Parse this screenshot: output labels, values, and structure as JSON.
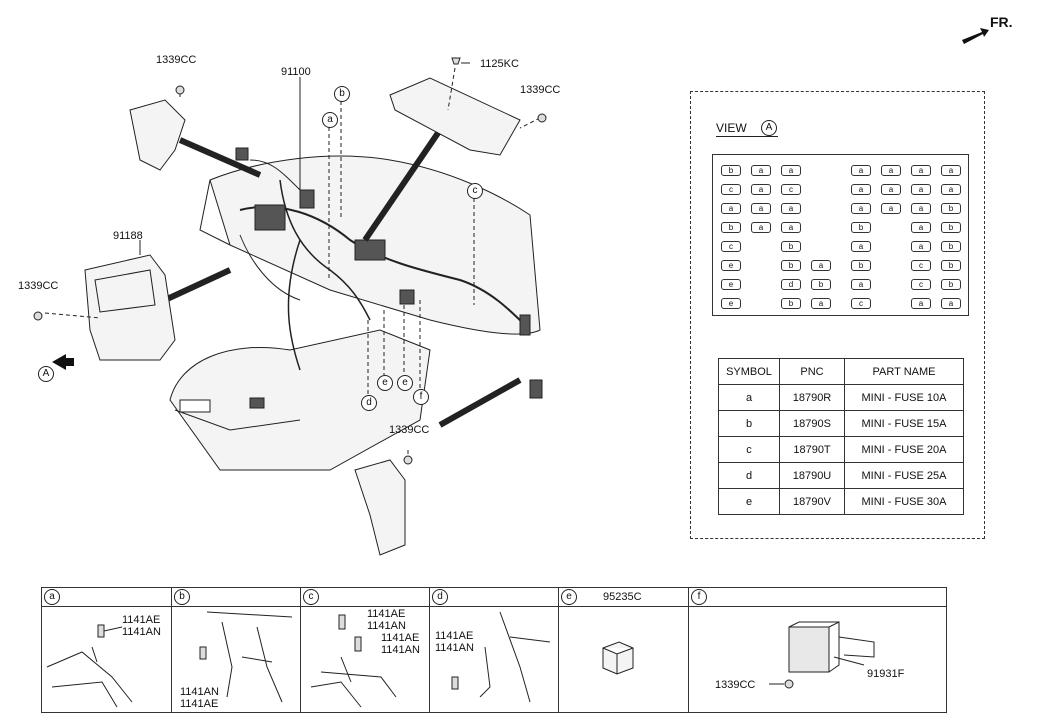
{
  "direction": {
    "label": "FR."
  },
  "main_labels": {
    "cc_top_left": "1339CC",
    "harness": "91100",
    "bolt_top": "1125KC",
    "cc_top_right": "1339CC",
    "junction_box": "91188",
    "cc_left": "1339CC",
    "cc_bottom": "1339CC",
    "view_marker": "A"
  },
  "callouts": {
    "b": "b",
    "a": "a",
    "c": "c",
    "d": "d",
    "e1": "e",
    "e2": "e",
    "f": "f"
  },
  "view_panel": {
    "title": "VIEW",
    "view_letter": "A",
    "fuse_columns": [
      {
        "rows": [
          "b",
          "c",
          "a",
          "b",
          "c",
          "e",
          "e",
          "e"
        ]
      },
      {
        "rows": [
          "a",
          "a",
          "a",
          "a",
          "",
          "",
          "",
          ""
        ]
      },
      {
        "rows": [
          "a",
          "c",
          "a",
          "a",
          "b",
          "b",
          "d",
          "b"
        ]
      },
      {
        "rows": [
          "",
          "",
          "",
          "",
          "",
          "a",
          "b",
          "a"
        ]
      },
      {
        "rows": [
          "a",
          "a",
          "a",
          "b",
          "a",
          "b",
          "a",
          "c"
        ]
      },
      {
        "rows": [
          "a",
          "a",
          "a",
          "",
          "",
          "",
          "",
          ""
        ]
      },
      {
        "rows": [
          "a",
          "a",
          "a",
          "a",
          "a",
          "c",
          "c",
          "a"
        ]
      },
      {
        "rows": [
          "a",
          "a",
          "b",
          "b",
          "b",
          "b",
          "b",
          "a"
        ]
      }
    ],
    "table": {
      "headers": [
        "SYMBOL",
        "PNC",
        "PART NAME"
      ],
      "rows": [
        [
          "a",
          "18790R",
          "MINI - FUSE 10A"
        ],
        [
          "b",
          "18790S",
          "MINI - FUSE 15A"
        ],
        [
          "c",
          "18790T",
          "MINI - FUSE 20A"
        ],
        [
          "d",
          "18790U",
          "MINI - FUSE 25A"
        ],
        [
          "e",
          "18790V",
          "MINI - FUSE 30A"
        ]
      ]
    }
  },
  "detail_cells": [
    {
      "letter": "a",
      "part": "",
      "labels": [
        "1141AE",
        "1141AN"
      ]
    },
    {
      "letter": "b",
      "part": "",
      "labels": [
        "1141AN",
        "1141AE"
      ]
    },
    {
      "letter": "c",
      "part": "",
      "labels": [
        "1141AE",
        "1141AN",
        "1141AE",
        "1141AN"
      ]
    },
    {
      "letter": "d",
      "part": "",
      "labels": [
        "1141AE",
        "1141AN"
      ]
    },
    {
      "letter": "e",
      "part": "95235C",
      "labels": []
    },
    {
      "letter": "f",
      "part": "",
      "labels": [
        "1339CC",
        "91931F"
      ]
    }
  ]
}
